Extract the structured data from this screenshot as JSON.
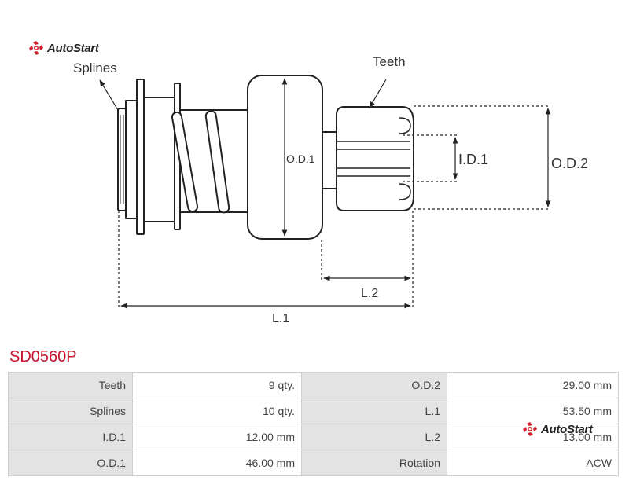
{
  "brand": {
    "name": "AutoStart",
    "color": "#d0202e"
  },
  "diagram": {
    "labels": {
      "splines": "Splines",
      "teeth": "Teeth",
      "od1": "O.D.1",
      "id1": "I.D.1",
      "od2": "O.D.2",
      "l1": "L.1",
      "l2": "L.2"
    }
  },
  "part_number": "SD0560P",
  "specs": {
    "rows": [
      {
        "label_a": "Teeth",
        "value_a": "9 qty.",
        "label_b": "O.D.2",
        "value_b": "29.00 mm"
      },
      {
        "label_a": "Splines",
        "value_a": "10 qty.",
        "label_b": "L.1",
        "value_b": "53.50 mm"
      },
      {
        "label_a": "I.D.1",
        "value_a": "12.00 mm",
        "label_b": "L.2",
        "value_b": "13.00 mm"
      },
      {
        "label_a": "O.D.1",
        "value_a": "46.00 mm",
        "label_b": "Rotation",
        "value_b": "ACW"
      }
    ]
  }
}
